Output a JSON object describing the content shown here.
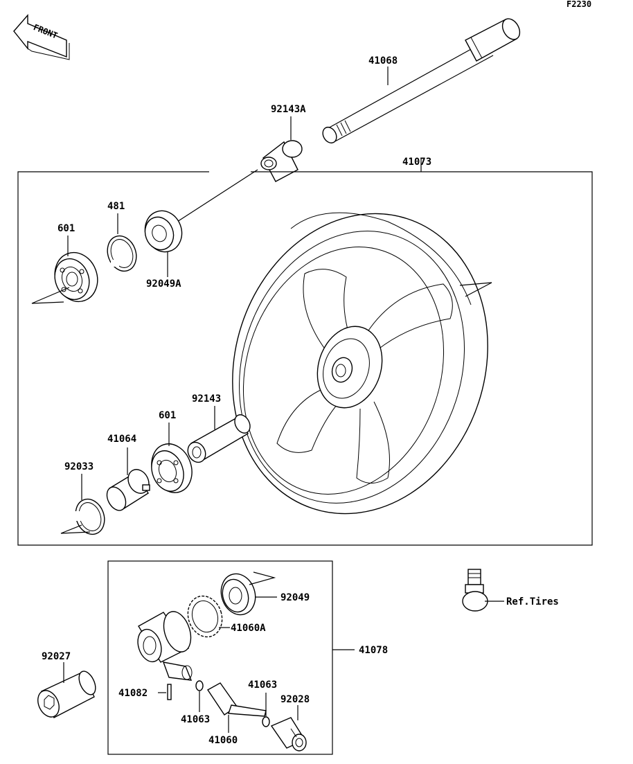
{
  "diagram": {
    "code": "F2230",
    "front_label": "FRONT",
    "labels": {
      "p41068": "41068",
      "p92143A": "92143A",
      "p41073": "41073",
      "p481": "481",
      "p601a": "601",
      "p92049A": "92049A",
      "p92143": "92143",
      "p601b": "601",
      "p41064": "41064",
      "p92033": "92033",
      "p92049": "92049",
      "p41060A": "41060A",
      "p41078": "41078",
      "p92027": "92027",
      "p41082": "41082",
      "p41063a": "41063",
      "p41063b": "41063",
      "p92028": "92028",
      "p41060": "41060",
      "ref_tires": "Ref.Tires"
    }
  }
}
